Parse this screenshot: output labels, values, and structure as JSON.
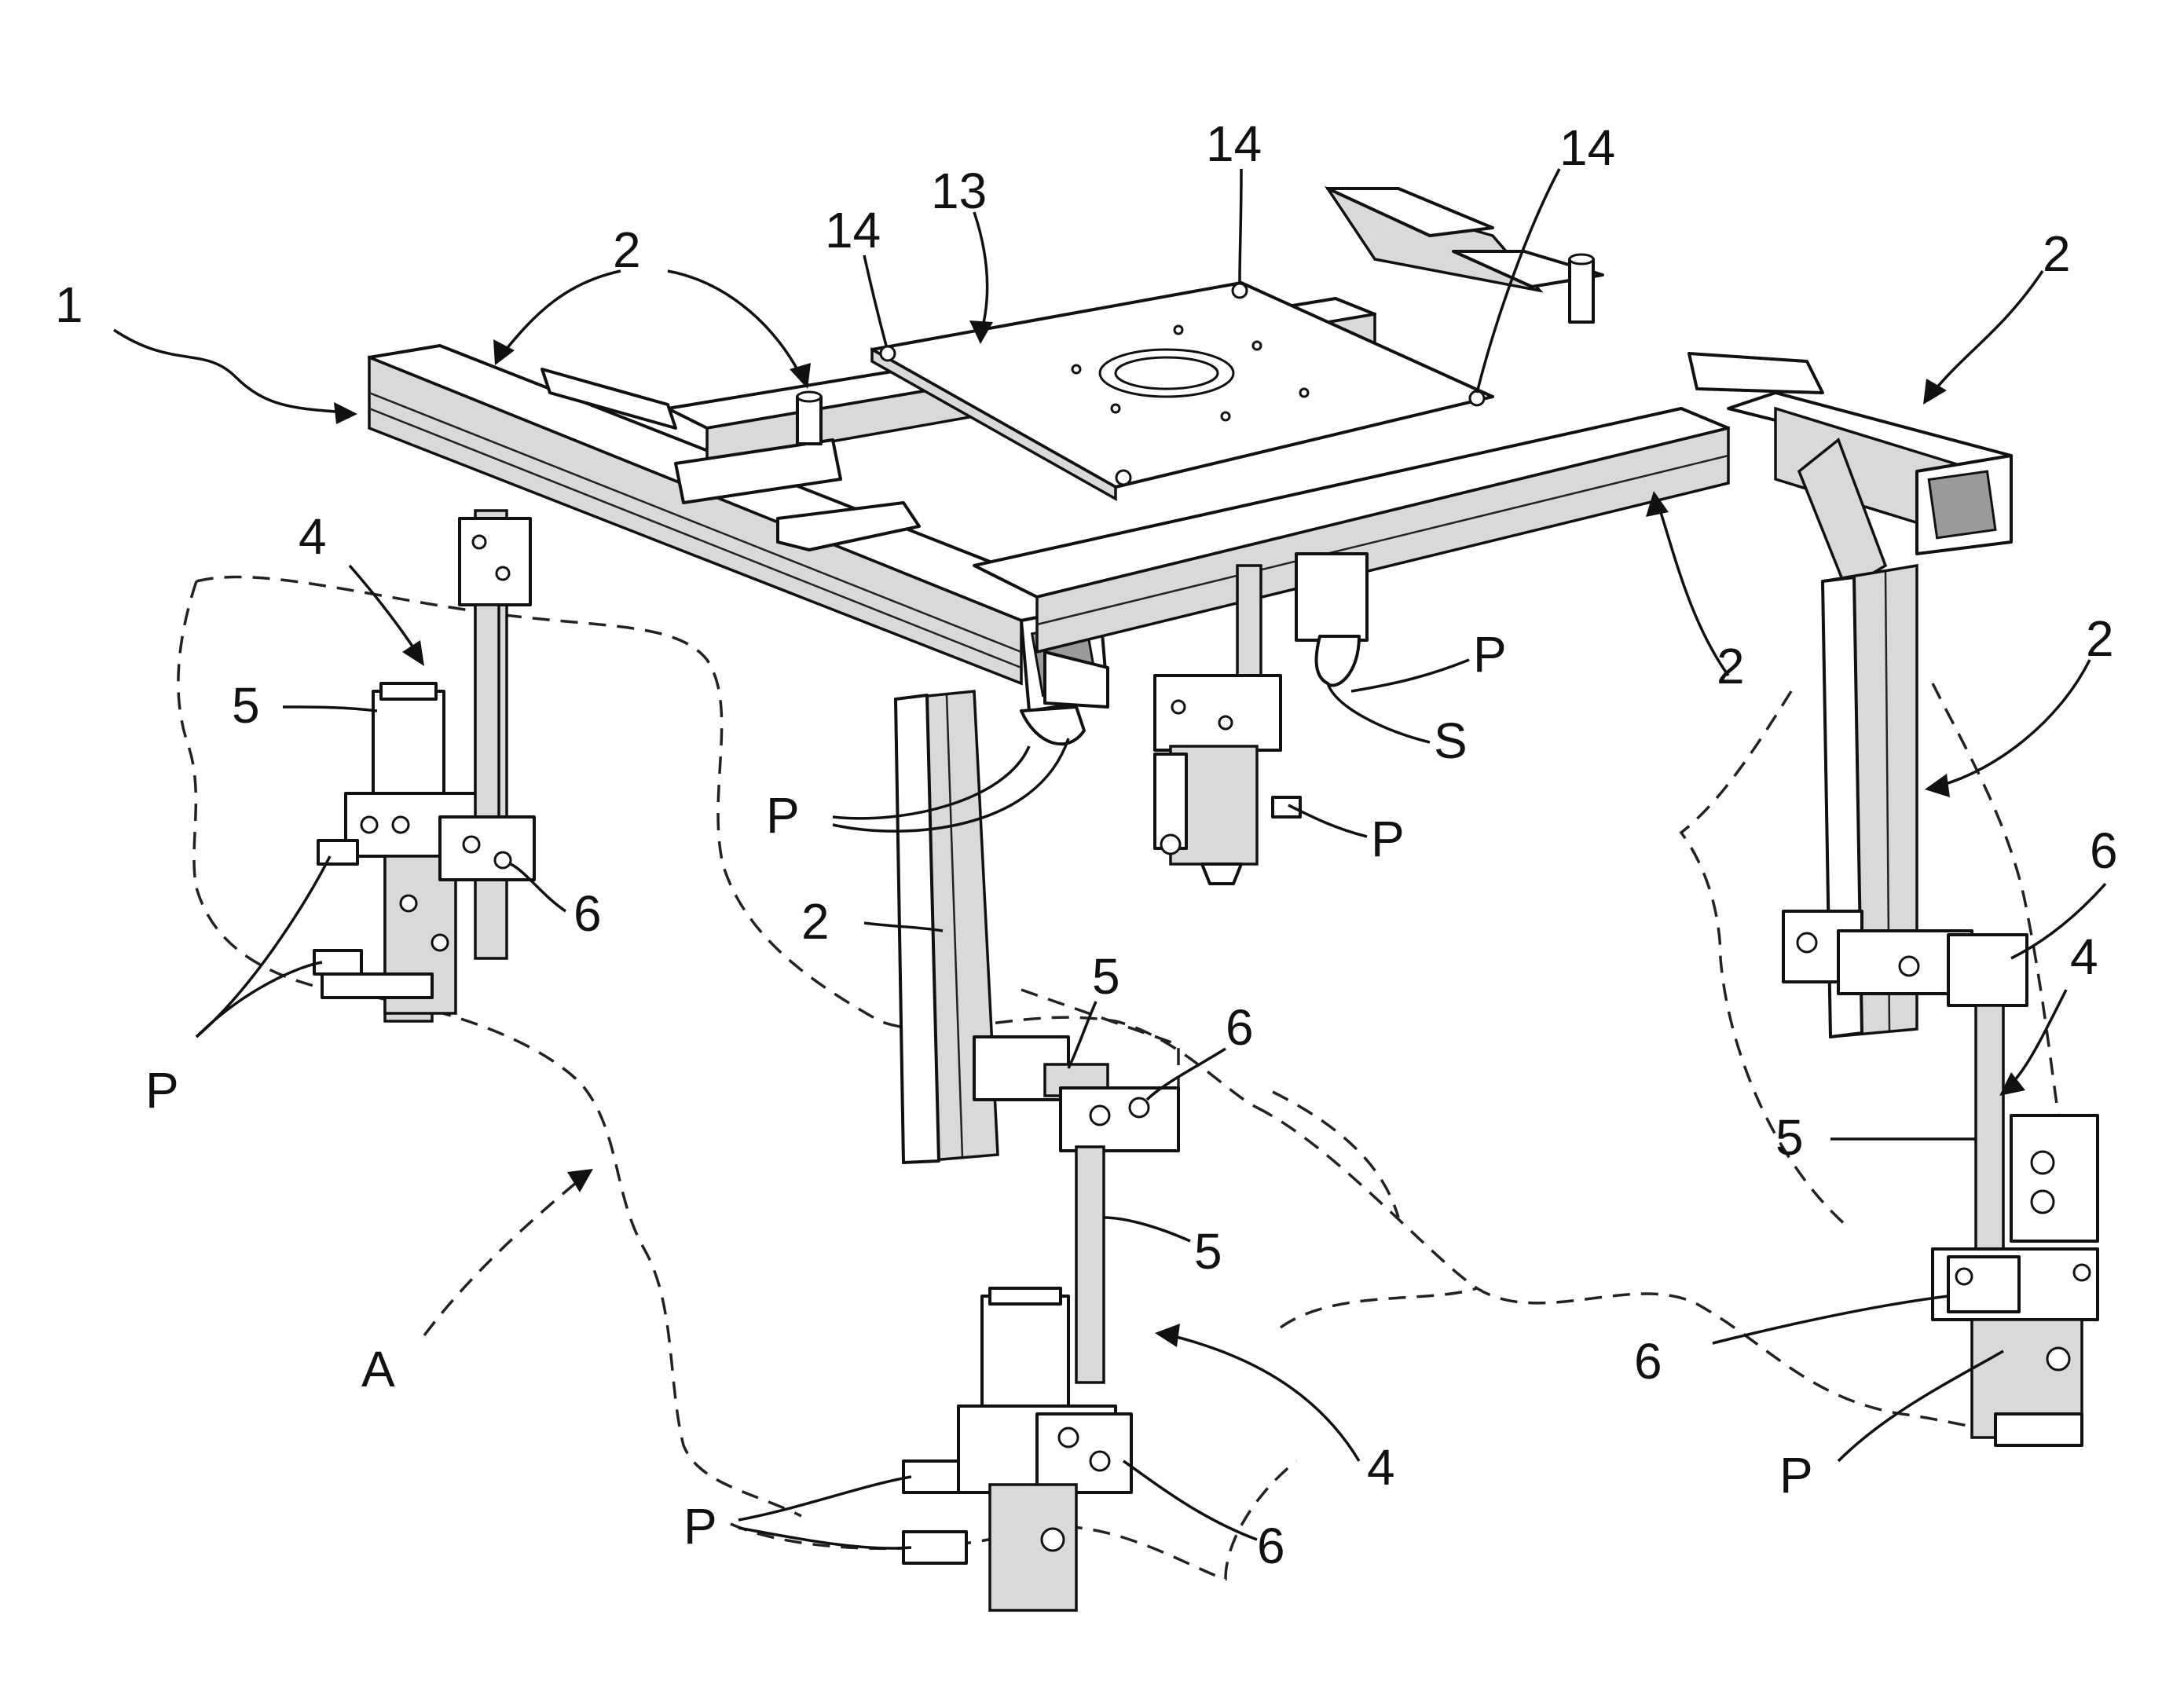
{
  "figure": {
    "labels": {
      "frame": "1",
      "profile": "2",
      "unit": "4",
      "column": "5",
      "clamp": "6",
      "plate": "13",
      "hole": "14",
      "point": "P",
      "sensor": "S",
      "arrow": "A"
    }
  }
}
